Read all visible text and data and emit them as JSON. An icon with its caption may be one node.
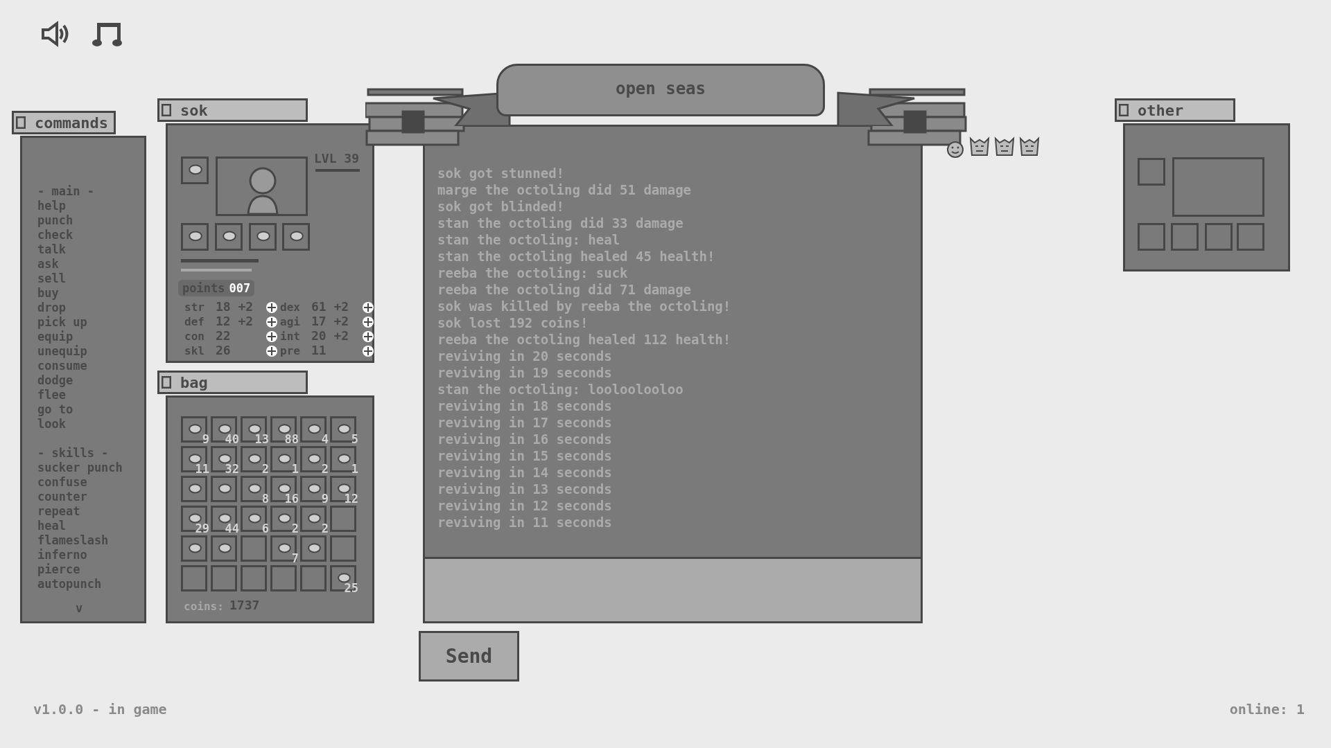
{
  "diagram": {
    "nodes": [
      {
        "text": [
          "commands",
          "- main -",
          "help",
          "punch",
          "check",
          "talk",
          "ask",
          "sell",
          "buy",
          "drop",
          "pick up",
          "equip",
          "unequip",
          "consume",
          "dodge",
          "flee",
          "go to",
          "look",
          "- skills -",
          "sucker punch",
          "confuse",
          "counter",
          "repeat",
          "heal",
          "flameslash",
          "inferno",
          "pierce",
          "autopunch",
          "v"
        ]
      },
      {
        "text": [
          "sok",
          "LVL 39",
          "points",
          "007",
          "str",
          "18 +2",
          "dex",
          "61 +2",
          "def",
          "12 +2",
          "agi",
          "17 +2",
          "con",
          "22",
          "int",
          "20 +2",
          "skl",
          "26",
          "pre",
          "11"
        ]
      },
      {
        "text": [],
        "shape": "picture",
        "in": 1
      },
      {
        "text": [],
        "shape": "picture",
        "in": 1
      },
      {
        "text": [],
        "shape": "picture",
        "in": 1
      },
      {
        "text": [],
        "shape": "picture",
        "in": 1
      },
      {
        "text": [],
        "shape": "picture",
        "in": 1
      },
      {
        "text": [],
        "shape": "picture",
        "in": 1
      },
      {
        "text": [
          "bag",
          "coins:",
          "1737"
        ]
      },
      {
        "text": [
          "9"
        ],
        "in": 8
      },
      {
        "text": [
          "40"
        ],
        "in": 8
      },
      {
        "text": [
          "13"
        ],
        "in": 8
      },
      {
        "text": [
          "88"
        ],
        "in": 8
      },
      {
        "text": [
          "4"
        ],
        "in": 8
      },
      {
        "text": [
          "5"
        ],
        "in": 8
      },
      {
        "text": [
          "11"
        ],
        "in": 8
      },
      {
        "text": [
          "32"
        ],
        "in": 8
      },
      {
        "text": [
          "2"
        ],
        "in": 8
      },
      {
        "text": [
          "1"
        ],
        "in": 8
      },
      {
        "text": [
          "2"
        ],
        "in": 8
      },
      {
        "text": [
          "1"
        ],
        "in": 8
      },
      {
        "text": [],
        "shape": "picture",
        "in": 8
      },
      {
        "text": [],
        "shape": "picture",
        "in": 8
      },
      {
        "text": [
          "8"
        ],
        "in": 8
      },
      {
        "text": [
          "16"
        ],
        "in": 8
      },
      {
        "text": [
          "9"
        ],
        "in": 8
      },
      {
        "text": [
          "12"
        ],
        "in": 8
      },
      {
        "text": [
          "29"
        ],
        "in": 8
      },
      {
        "text": [
          "44"
        ],
        "in": 8
      },
      {
        "text": [
          "6"
        ],
        "in": 8
      },
      {
        "text": [
          "2"
        ],
        "in": 8
      },
      {
        "text": [
          "2"
        ],
        "in": 8
      },
      {
        "text": [],
        "shape": "box",
        "in": 8
      },
      {
        "text": [],
        "shape": "picture",
        "in": 8
      },
      {
        "text": [],
        "shape": "picture",
        "in": 8
      },
      {
        "text": [],
        "shape": "box",
        "in": 8
      },
      {
        "text": [
          "7"
        ],
        "in": 8
      },
      {
        "text": [],
        "shape": "picture",
        "in": 8
      },
      {
        "text": [],
        "shape": "box",
        "in": 8
      },
      {
        "text": [],
        "shape": "box",
        "in": 8
      },
      {
        "text": [],
        "shape": "box",
        "in": 8
      },
      {
        "text": [],
        "shape": "box",
        "in": 8
      },
      {
        "text": [],
        "shape": "box",
        "in": 8
      },
      {
        "text": [],
        "shape": "box",
        "in": 8
      },
      {
        "text": [
          "25"
        ],
        "in": 8
      },
      {
        "text": [
          "open seas",
          "sok got stunned!",
          "marge the octoling did 51 damage",
          "sok got blinded!",
          "stan the octoling did 33 damage",
          "stan the octoling: heal",
          "stan the octoling healed 45 health!",
          "reeba the octoling: suck",
          "reeba the octoling did 71 damage",
          "sok was killed by reeba the octoling!",
          "sok lost 192 coins!",
          "reeba the octoling healed 112 health!",
          "reviving in 20 seconds",
          "reviving in 19 seconds",
          "stan the octoling: looloolooloo",
          "reviving in 18 seconds",
          "reviving in 17 seconds",
          "reviving in 16 seconds",
          "reviving in 15 seconds",
          "reviving in 14 seconds",
          "reviving in 13 seconds",
          "reviving in 12 seconds",
          "reviving in 11 seconds"
        ]
      },
      {
        "text": [],
        "shape": "box",
        "in": 45
      },
      {
        "text": [
          "Send"
        ]
      },
      {
        "text": [
          "other"
        ]
      },
      {
        "text": [],
        "shape": "box",
        "in": 48
      },
      {
        "text": [],
        "shape": "box",
        "in": 48
      },
      {
        "text": [],
        "shape": "box",
        "in": 48
      },
      {
        "text": [],
        "shape": "box",
        "in": 48
      },
      {
        "text": [],
        "shape": "box",
        "in": 48
      },
      {
        "text": [],
        "shape": "box",
        "in": 48
      }
    ],
    "labels": [
      "v1.0.0 - in game",
      "online: 1"
    ]
  }
}
